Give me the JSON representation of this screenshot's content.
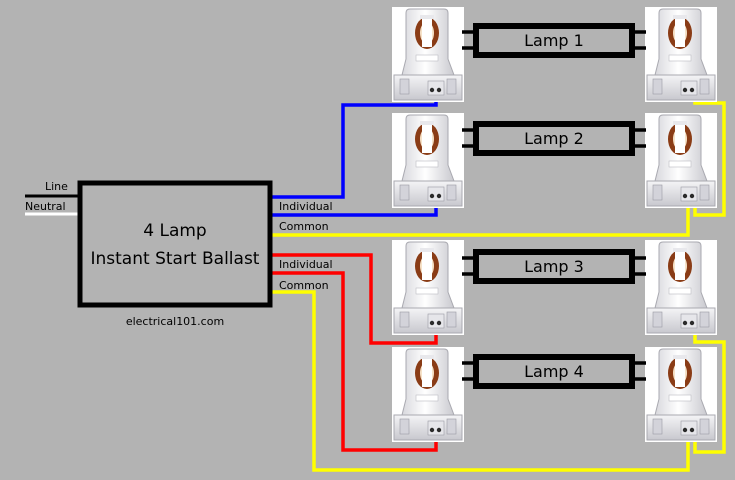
{
  "supply": {
    "line_label": "Line",
    "neutral_label": "Neutral"
  },
  "ballast": {
    "title_line1": "4 Lamp",
    "title_line2": "Instant Start Ballast"
  },
  "wire_labels": {
    "blue_individual": "Individual",
    "blue_common": "Common",
    "red_individual": "Individual",
    "red_common": "Common"
  },
  "lamps": [
    {
      "label": "Lamp 1"
    },
    {
      "label": "Lamp 2"
    },
    {
      "label": "Lamp 3"
    },
    {
      "label": "Lamp 4"
    }
  ],
  "credit": "electrical101.com",
  "colors": {
    "background": "#b3b3b3",
    "blue_wire": "#0000ff",
    "red_wire": "#ff0000",
    "yellow_wire": "#ffff00",
    "line_wire": "#000000",
    "neutral_wire": "#ffffff",
    "ballast_fill": "#b3b3b3",
    "ballast_border": "#000000",
    "lampholder": "#f2f2f5"
  }
}
